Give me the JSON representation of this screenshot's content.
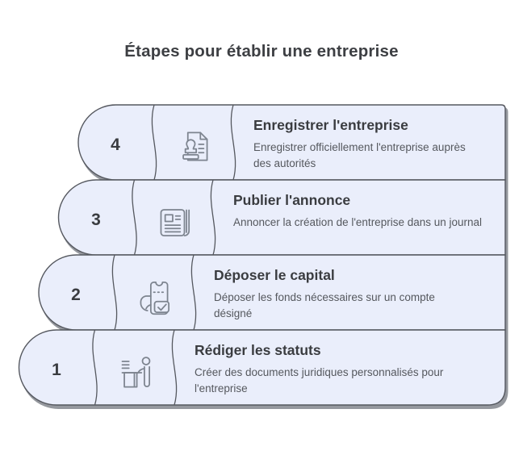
{
  "title": "Étapes pour établir une entreprise",
  "steps": [
    {
      "number": "4",
      "title": "Enregistrer l'entreprise",
      "description": "Enregistrer officiellement l'entreprise auprès des autorités",
      "icon": "stamp-document-icon"
    },
    {
      "number": "3",
      "title": "Publier l'annonce",
      "description": "Annoncer la création de l'entreprise dans un journal",
      "icon": "newspaper-icon"
    },
    {
      "number": "2",
      "title": "Déposer le capital",
      "description": "Déposer les fonds nécessaires sur un compte désigné",
      "icon": "hand-deposit-check-icon"
    },
    {
      "number": "1",
      "title": "Rédiger les statuts",
      "description": "Créer des documents juridiques personnalisés pour l'entreprise",
      "icon": "person-writing-desk-icon"
    }
  ],
  "colors": {
    "shape_fill": "#eaeefb",
    "shape_border": "#55585f",
    "shadow": "#95989e",
    "title_text": "#3d3f43",
    "step_title_text": "#3a3c40",
    "description_text": "#55585e",
    "icon_stroke": "#7d848f",
    "number_text": "#3a3c40"
  }
}
